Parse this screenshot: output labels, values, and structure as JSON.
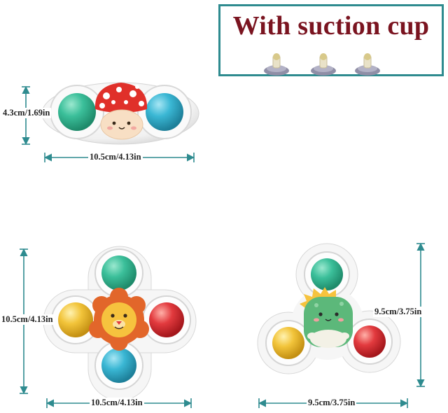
{
  "badge": {
    "text": "With suction cup"
  },
  "dimensions": {
    "mushroom_height": "4.3cm/1.69in",
    "mushroom_width": "10.5cm/4.13in",
    "lion_height": "10.5cm/4.13in",
    "lion_width": "10.5cm/4.13in",
    "dino_height": "9.5cm/3.75in",
    "dino_width": "9.5cm/3.75in"
  },
  "colors": {
    "dimension_line": "#2e8b8f",
    "badge_border": "#2e8b8f",
    "badge_text": "#7a1420",
    "green_ball": "#3bbf9a",
    "blue_ball": "#3ab7d4",
    "yellow_ball": "#f2c43a",
    "red_ball": "#e23a3e",
    "mushroom_cap": "#e0302a"
  }
}
